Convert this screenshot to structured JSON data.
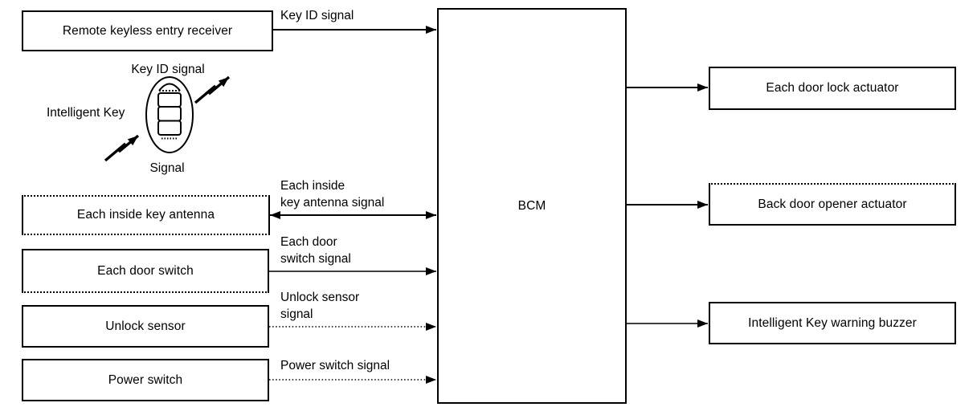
{
  "diagram": {
    "inputs": [
      {
        "label": "Remote keyless entry receiver"
      },
      {
        "label": "Each inside key antenna"
      },
      {
        "label": "Each door switch"
      },
      {
        "label": "Unlock sensor"
      },
      {
        "label": "Power switch"
      }
    ],
    "controller": {
      "label": "BCM"
    },
    "outputs": [
      {
        "label": "Each door lock actuator"
      },
      {
        "label": "Back door opener actuator"
      },
      {
        "label": "Intelligent Key warning buzzer"
      }
    ],
    "signals": [
      {
        "line1": "Key ID signal",
        "line2": ""
      },
      {
        "line1": "Each inside",
        "line2": "key antenna signal"
      },
      {
        "line1": "Each door",
        "line2": "switch signal"
      },
      {
        "line1": "Unlock sensor",
        "line2": "signal"
      },
      {
        "line1": "Power switch signal",
        "line2": ""
      }
    ],
    "key_fob": {
      "top_label": "Key ID signal",
      "left_label": "Intelligent Key",
      "bottom_label": "Signal"
    },
    "colors": {
      "line": "#000000",
      "background": "#ffffff",
      "text": "#000000"
    }
  }
}
